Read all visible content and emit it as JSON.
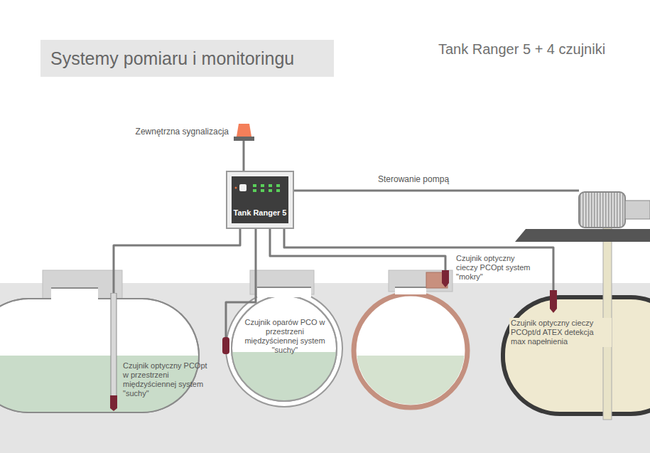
{
  "diagram": {
    "title": "Systemy pomiaru i monitoringu",
    "nodes": [
      {
        "text": [
          "Zewnętrzna sygnalizacja"
        ]
      },
      {
        "text": [
          "Tank Ranger 5"
        ]
      },
      {
        "text": [
          "Czujnik optyczny PCOpt w przestrzeni międzyściennej system \"suchy\""
        ]
      },
      {
        "text": [
          "Czujnik oparów PCO w przestrzeni międzyściennej system \"suchy\""
        ]
      },
      {
        "text": [
          "Czujnik optyczny cieczy PCOpt system \"mokry\""
        ]
      },
      {
        "text": [
          "Czujnik optyczny cieczy PCOpt/d ATEX detekcja max napełnienia"
        ]
      }
    ],
    "edges": [
      {
        "from": 1,
        "to": 0,
        "arrow": "none"
      },
      {
        "from": 1,
        "to": 2,
        "arrow": "none"
      },
      {
        "from": 1,
        "to": 3,
        "arrow": "none"
      },
      {
        "from": 1,
        "to": 4,
        "arrow": "none"
      },
      {
        "from": 1,
        "to": 5,
        "arrow": "none"
      }
    ],
    "labels": [
      "Tank Ranger 5 + 4 czujniki",
      "Sterowanie pompą"
    ]
  }
}
